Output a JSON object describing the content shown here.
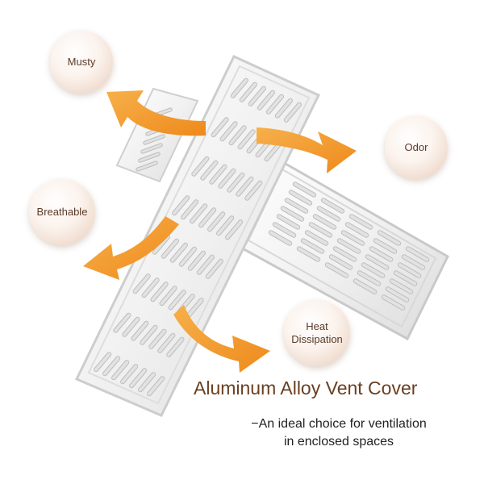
{
  "bubbles": {
    "musty": "Musty",
    "odor": "Odor",
    "breathable": "Breathable",
    "heat_line1": "Heat",
    "heat_line2": "Dissipation"
  },
  "product": {
    "title": "Aluminum Alloy Vent Cover",
    "subtitle_line1": "−An ideal choice for ventilation",
    "subtitle_line2": "in enclosed spaces"
  },
  "colors": {
    "arrow": "#f39a2c",
    "arrow_dark": "#e07c12",
    "title_text": "#6a3f20",
    "bubble_text": "#5b3a28"
  },
  "icons": [
    "arrow-icon"
  ]
}
